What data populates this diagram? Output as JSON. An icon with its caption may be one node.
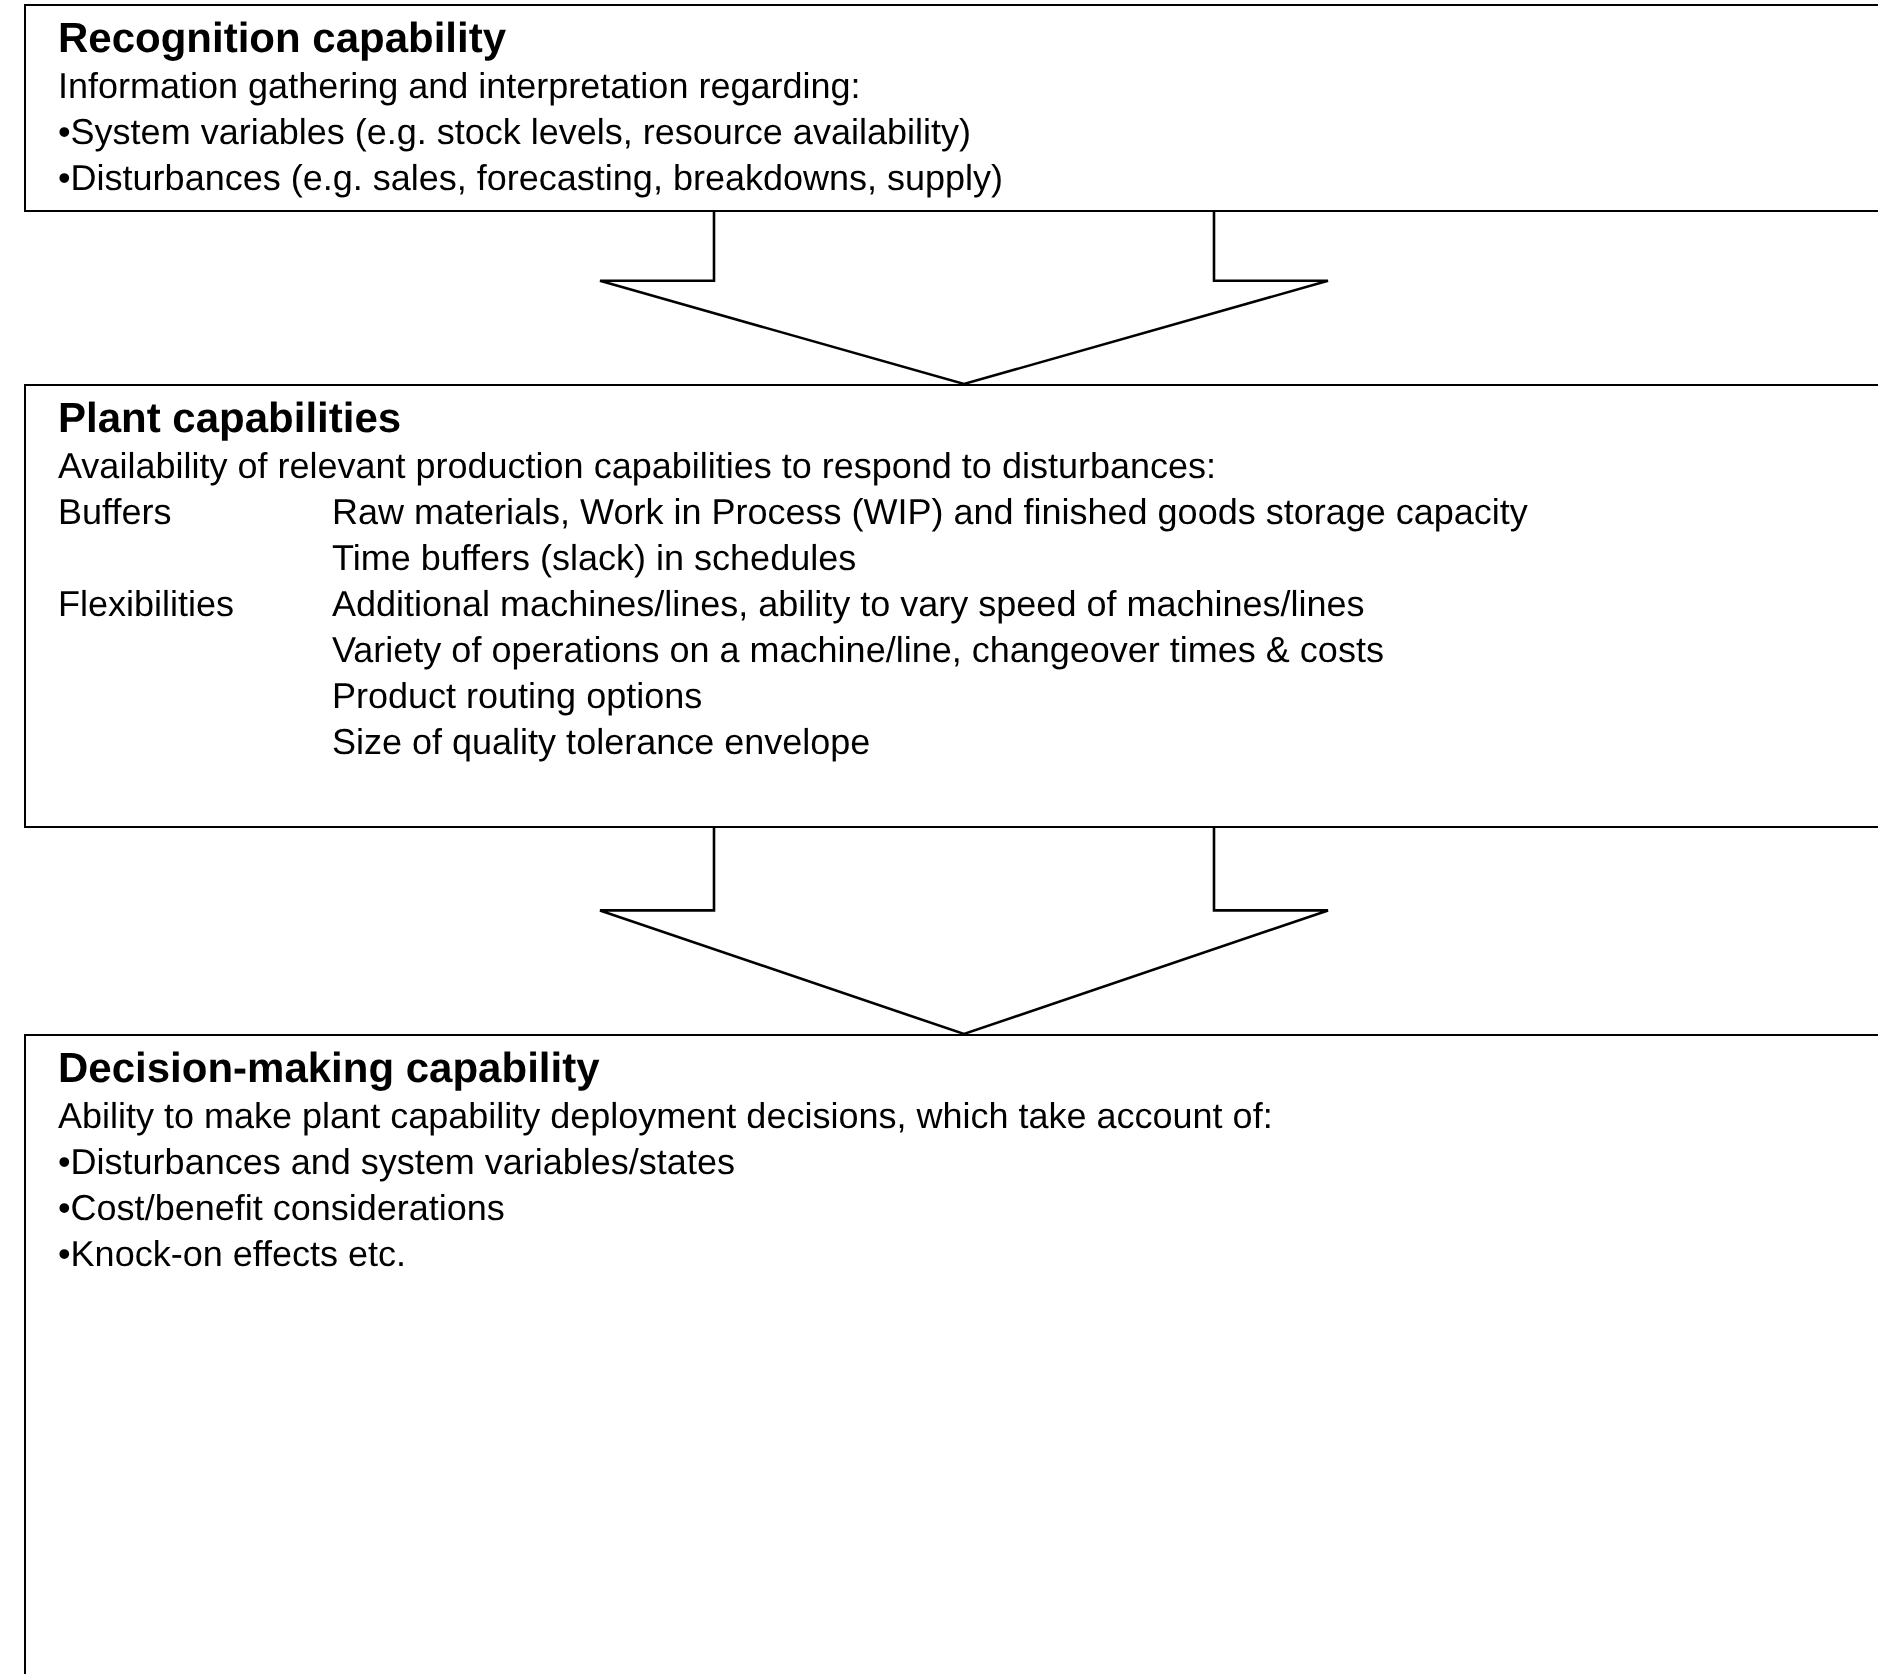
{
  "diagram": {
    "nodes": [
      {
        "text": [
          "Recognition capability",
          "Information gathering and interpretation regarding:",
          "•System variables (e.g. stock levels, resource availability)",
          "•Disturbances (e.g. sales, forecasting, breakdowns, supply)"
        ]
      },
      {
        "text": [
          "Plant capabilities",
          "Availability of relevant production capabilities to respond to disturbances:",
          "Buffers",
          "Raw materials, Work in Process (WIP) and finished goods storage capacity",
          "Time buffers (slack) in schedules",
          "Flexibilities",
          "Additional machines/lines, ability to vary speed of machines/lines",
          "Variety of operations on a machine/line, changeover times & costs",
          "Product routing options",
          "Size of quality tolerance envelope"
        ]
      },
      {
        "text": [
          "Decision-making capability",
          "Ability to make plant capability deployment decisions, which take account of:",
          "•Disturbances and system variables/states",
          "•Cost/benefit considerations",
          "•Knock-on effects etc."
        ]
      }
    ],
    "edges": [
      {
        "from": 0,
        "to": 1,
        "arrow": "to"
      },
      {
        "from": 1,
        "to": 2,
        "arrow": "to"
      }
    ]
  }
}
